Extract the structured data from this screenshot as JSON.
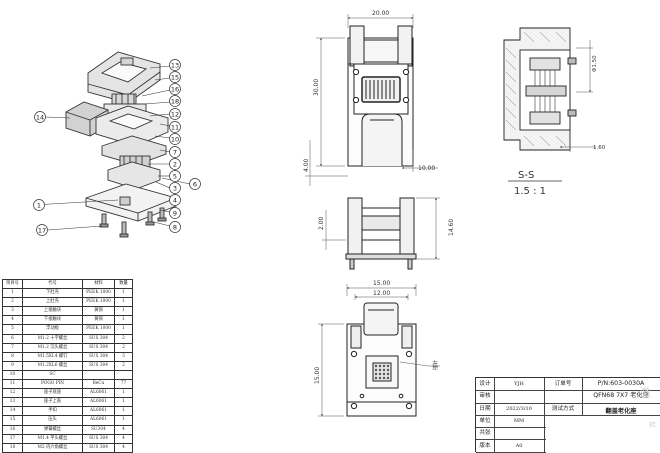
{
  "dimensions": {
    "top_width": "20.00",
    "top_height": "30.00",
    "top_offset_right": "10.00",
    "top_offset_left": "4.00",
    "section_label": "S-S",
    "section_scale": "1.5 : 1",
    "section_dia": "Φ1.50",
    "section_thk": "1.60",
    "front_height_right": "14.60",
    "front_height_left": "2.00",
    "bottom_width_outer": "15.00",
    "bottom_width_inner": "12.00",
    "bottom_height": "15.00",
    "pin_note": "插针"
  },
  "callouts": [
    "13",
    "15",
    "16",
    "18",
    "12",
    "11",
    "10",
    "7",
    "2",
    "5",
    "3",
    "1",
    "4",
    "9",
    "8",
    "14",
    "17",
    "6"
  ],
  "bom": {
    "headers": [
      "项目号",
      "代号",
      "材料",
      "数量"
    ],
    "rows": [
      [
        "1",
        "下肚壳",
        "PEEK 1000",
        "1"
      ],
      [
        "2",
        "上肚壳",
        "PEEK 1000",
        "1"
      ],
      [
        "3",
        "上接触块",
        "黄铜",
        "1"
      ],
      [
        "4",
        "下接触块",
        "黄铜",
        "1"
      ],
      [
        "5",
        "浮动板",
        "PEEK 1000",
        "1"
      ],
      [
        "6",
        "M1.2 十字螺丝",
        "SUS 304",
        "2"
      ],
      [
        "7",
        "M1.2 沉头螺丝",
        "SUS 304",
        "2"
      ],
      [
        "8",
        "M1.5XL4 螺钉",
        "SUS 304",
        "3"
      ],
      [
        "9",
        "M1.2XL6 螺丝",
        "SUS 304",
        "2"
      ],
      [
        "10",
        "SC",
        "",
        ""
      ],
      [
        "11",
        "POGO PIN",
        "BeCu",
        "77"
      ],
      [
        "12",
        "座子底座",
        "AL6061",
        "1"
      ],
      [
        "13",
        "座子上盖",
        "AL6061",
        "1"
      ],
      [
        "14",
        "手扣",
        "AL6061",
        "1"
      ],
      [
        "15",
        "压头",
        "AL6061",
        "1"
      ],
      [
        "16",
        "弹簧螺丝",
        "SU304",
        "4"
      ],
      [
        "17",
        "M1.4 平头螺丝",
        "SUS 304",
        "4"
      ],
      [
        "18",
        "M2 内六角螺丝",
        "SUS 304",
        "4"
      ]
    ]
  },
  "title_block": {
    "design_label": "设计",
    "design_value": "YJH",
    "order_label": "订单号",
    "order_value": "P/N:603-0030A",
    "review_label": "审核",
    "product_value": "QFN68 7X7 老化座",
    "date_label": "日期",
    "date_value": "2022/3/10",
    "test_label": "测试方式",
    "test_value": "翻盖老化座",
    "unit_label": "单位",
    "unit_value": "MM",
    "total_label": "共张",
    "version_label": "版本",
    "version_value": "A0"
  },
  "watermark": [
    "激",
    "转"
  ]
}
